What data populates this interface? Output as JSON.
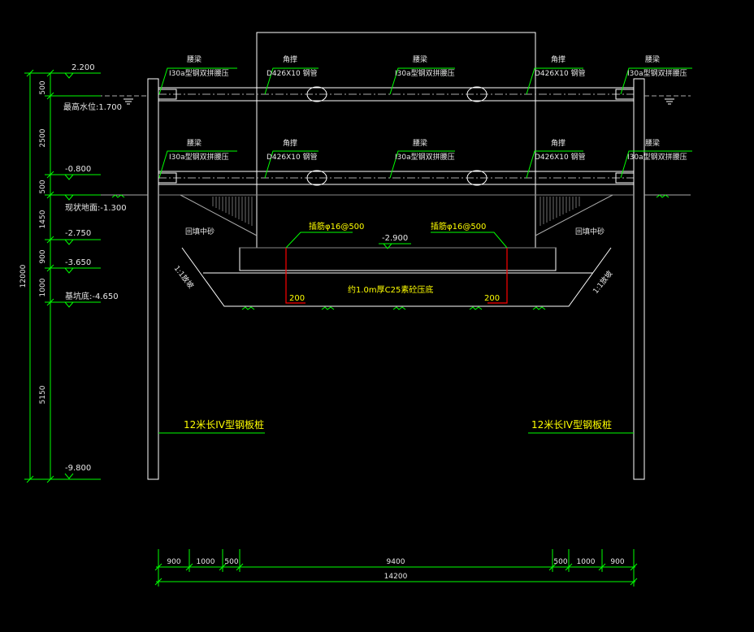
{
  "colors": {
    "background": "#000000",
    "outline": "#ffffff",
    "leader": "#00ff00",
    "dim": "#00ff00",
    "rebar": "#ff0000",
    "label_text": "#e8e8e8",
    "note_text": "#ffff00"
  },
  "elevations": {
    "top": "2.200",
    "high_water": "最高水位:1.700",
    "strut2": "-0.800",
    "ground": "现状地面:-1.300",
    "e1": "-2.750",
    "e2": "-3.650",
    "pit_bottom": "基坑底:-4.650",
    "pile_toe": "-9.800",
    "cap_bottom": "-2.900"
  },
  "vertical_dims": {
    "d500a": "500",
    "d2500": "2500",
    "d500b": "500",
    "d1450": "1450",
    "d900": "900",
    "d1000": "1000",
    "d5150": "5150",
    "total": "12000"
  },
  "horizontal_dims": {
    "l900": "900",
    "l1000": "1000",
    "l500": "500",
    "mid": "9400",
    "r500": "500",
    "r1000": "1000",
    "r900": "900",
    "total": "14200"
  },
  "callouts": {
    "waling": "腰梁",
    "waling_spec": "I30a型钢双拼腰压",
    "strut": "角撑",
    "strut_spec": "D426X10 钢管"
  },
  "labels": {
    "backfill_left": "回填中砂",
    "backfill_right": "回填中砂",
    "slope_left": "1:1放坡",
    "slope_right": "1:1放坡",
    "rebar_left": "插筋φ16@500",
    "rebar_right": "插筋φ16@500",
    "base_slab": "约1.0m厚C25素砼压底",
    "d200_left": "200",
    "d200_right": "200",
    "pile_left": "12米长IV型钢板桩",
    "pile_right": "12米长IV型钢板桩"
  }
}
